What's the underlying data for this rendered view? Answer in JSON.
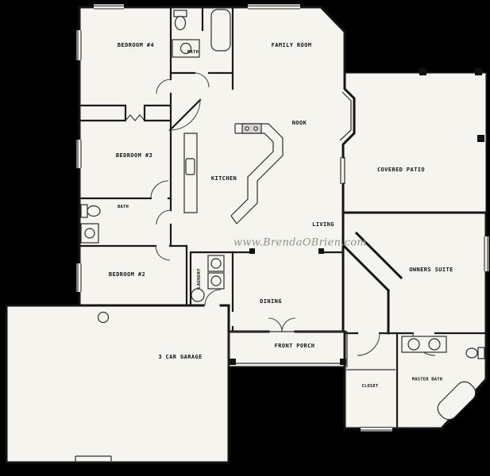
{
  "watermark": "www.BrendaOBrien.com",
  "rooms": {
    "bedroom4": "BEDROOM #4",
    "bath_upper": "BATH",
    "family_room": "FAMILY ROOM",
    "nook": "NOOK",
    "bedroom3": "BEDROOM #3",
    "kitchen": "KITCHEN",
    "covered_patio": "COVERED PATIO",
    "bath_hall": "BATH",
    "living": "LIVING",
    "bedroom2": "BEDROOM #2",
    "laundry": "LAUNDRY",
    "owners_suite": "OWNERS SUITE",
    "dining": "DINING",
    "garage": "3 CAR GARAGE",
    "front_porch": "FRONT PORCH",
    "closet": "CLOSET",
    "master_bath": "MASTER BATH"
  },
  "colors": {
    "background": "#000000",
    "paper": "#f6f4ef",
    "walls": "#151515",
    "watermark_text": "#8f938b"
  }
}
